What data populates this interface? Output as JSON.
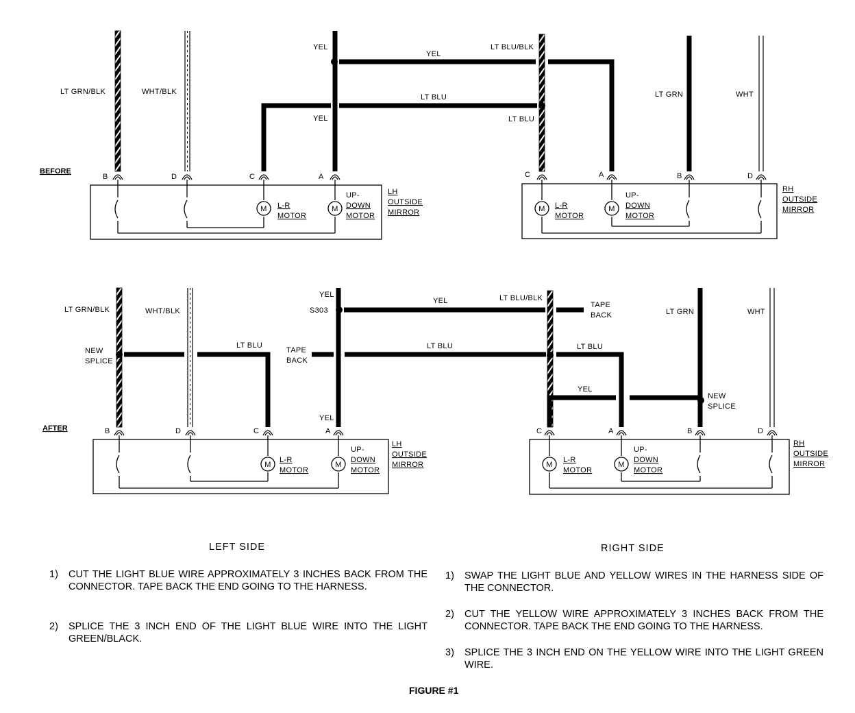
{
  "labels": {
    "before": "BEFORE",
    "after": "AFTER",
    "wire_lt_grn_blk": "LT GRN/BLK",
    "wire_wht_blk": "WHT/BLK",
    "wire_yel": "YEL",
    "wire_lt_blu": "LT BLU",
    "wire_lt_blu_blk": "LT BLU/BLK",
    "wire_lt_grn": "LT GRN",
    "wire_wht": "WHT",
    "pin_a": "A",
    "pin_b": "B",
    "pin_c": "C",
    "pin_d": "D",
    "motor_symbol": "M",
    "lr_motor_1": "L-R",
    "lr_motor_2": "MOTOR",
    "updown_1": "UP-",
    "updown_2": "DOWN",
    "updown_3": "MOTOR",
    "lh_1": "LH",
    "lh_2": "OUTSIDE",
    "lh_3": "MIRROR",
    "rh_1": "RH",
    "rh_2": "OUTSIDE",
    "rh_3": "MIRROR",
    "new": "NEW",
    "splice": "SPLICE",
    "tape": "TAPE",
    "back": "BACK",
    "s303": "S303"
  },
  "left_side": {
    "title": "LEFT  SIDE",
    "steps": [
      {
        "num": "1)",
        "text": "CUT THE LIGHT BLUE WIRE APPROXIMATELY 3 INCHES BACK FROM THE CONNECTOR. TAPE BACK THE END GOING TO THE HARNESS."
      },
      {
        "num": "2)",
        "text": "SPLICE THE 3 INCH END OF THE LIGHT BLUE WIRE INTO THE LIGHT GREEN/BLACK."
      }
    ]
  },
  "right_side": {
    "title": "RIGHT  SIDE",
    "steps": [
      {
        "num": "1)",
        "text": "SWAP THE LIGHT BLUE AND YELLOW WIRES IN THE HARNESS SIDE OF THE CONNECTOR."
      },
      {
        "num": "2)",
        "text": "CUT THE YELLOW WIRE APPROXIMATELY 3 INCHES BACK FROM THE CONNECTOR. TAPE BACK THE END GOING TO THE HARNESS."
      },
      {
        "num": "3)",
        "text": "SPLICE THE 3 INCH END ON THE YELLOW WIRE INTO THE LIGHT GREEN WIRE."
      }
    ]
  },
  "figure_caption": "FIGURE #1"
}
